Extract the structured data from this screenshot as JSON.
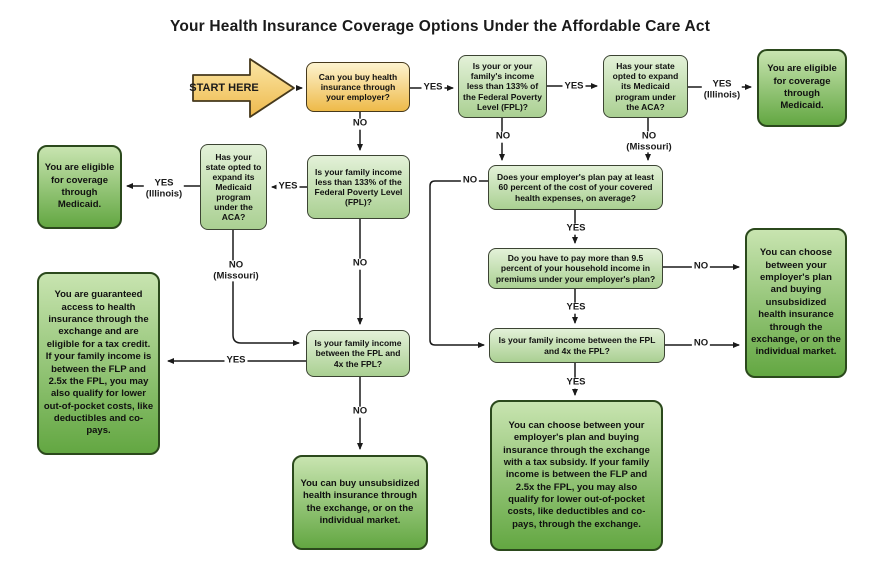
{
  "title": "Your Health Insurance Coverage Options Under the Affordable Care Act",
  "start_label": "START HERE",
  "edge_labels": {
    "yes": "YES",
    "no": "NO",
    "illinois": "(Illinois)",
    "missouri": "(Missouri)"
  },
  "nodes": {
    "employer_buy": "Can you buy health insurance through your employer?",
    "family_income_133": "Is your or your family's income less than 133% of the Federal Poverty Level (FPL)?",
    "state_expanded": "Has your state opted to expand its Medicaid program under the ACA?",
    "income_133": "Is your family income less than 133% of the Federal Poverty Level (FPL)?",
    "employer_pays_60": "Does your employer's plan pay at least 60 percent of the cost of your covered health expenses, on average?",
    "premiums_9_5": "Do you have to pay more than 9.5 percent of your household income in premiums under your employer's plan?",
    "income_fpl_4x": "Is your family income between the FPL and 4x the FPL?",
    "medicaid": "You are eligible for coverage through Medicaid.",
    "guaranteed_access": "You are guaranteed access to health insurance through the exchange and are eligible for a tax credit. If your family income is between the FLP and 2.5x the FPL, you may also qualify for lower out-of-pocket costs, like deductibles and co-pays.",
    "choose_unsubsidized": "You can choose between your employer's plan and buying unsubsidized health insurance through the exchange, or on the individual market.",
    "buy_unsubsidized": "You can buy unsubsidized health insurance through the exchange, or on the individual market.",
    "choose_subsidy": "You can choose between your employer's plan and buying insurance through the exchange with a tax subsidy. If your family income is between the FLP and 2.5x the FPL, you may also qualify for lower out-of-pocket costs, like deductibles and co-pays, through the exchange."
  },
  "colors": {
    "question_fill_top": "#e3f1d8",
    "question_fill_bottom": "#aad092",
    "outcome_fill_top": "#c8e4b0",
    "outcome_fill_bottom": "#63a742",
    "start_fill_top": "#fdf3cf",
    "start_fill_bottom": "#eeba49",
    "line": "#1a1a1a"
  }
}
